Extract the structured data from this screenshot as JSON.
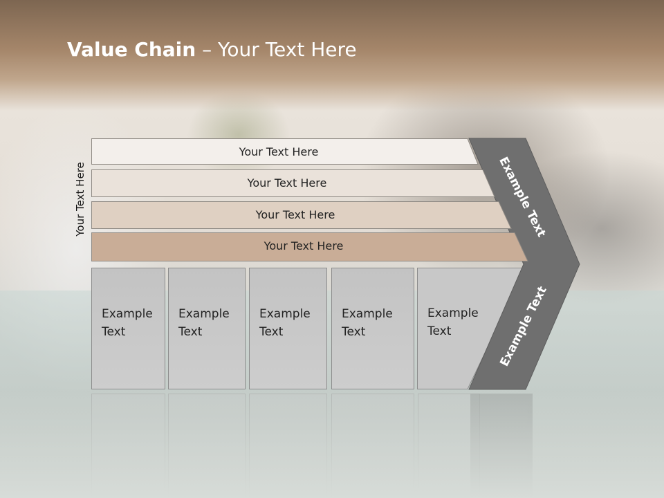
{
  "slide": {
    "title_bold": "Value Chain",
    "title_rest": " – Your Text Here"
  },
  "side_label": "Your Text Here",
  "bands": [
    {
      "label": "Your Text Here",
      "fill": "#f3efeb"
    },
    {
      "label": "Your Text Here",
      "fill": "#eae2da"
    },
    {
      "label": "Your Text Here",
      "fill": "#dfd0c2"
    },
    {
      "label": "Your Text Here",
      "fill": "#c9ad97"
    }
  ],
  "boxes": [
    {
      "line1": "Example",
      "line2": "Text"
    },
    {
      "line1": "Example",
      "line2": "Text"
    },
    {
      "line1": "Example",
      "line2": "Text"
    },
    {
      "line1": "Example",
      "line2": "Text"
    },
    {
      "line1": "Example",
      "line2": "Text"
    }
  ],
  "chevron": {
    "upper_label": "Example Text",
    "lower_label": "Example Text",
    "fill": "#6f6f6f"
  }
}
